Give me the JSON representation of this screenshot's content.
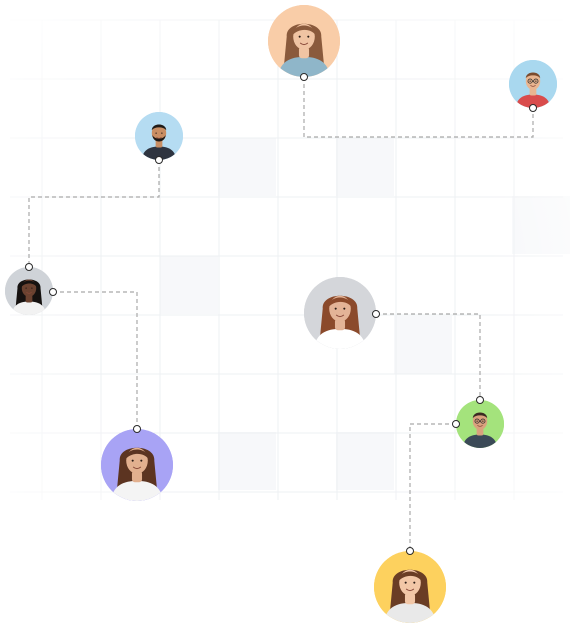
{
  "colors": {
    "grid_line": "#eef0f3",
    "grid_cell_tint": "#f7f8fa",
    "connector": "#a9a9a9",
    "handle_border": "#2b2b2b",
    "skin_light": "#f1c7a8",
    "skin_medium": "#d9a27e",
    "skin_dark": "#6b4230"
  },
  "nodes": [
    {
      "id": "woman-peach",
      "label": "avatar-woman-peach",
      "bg": "#f9cda8",
      "hair": "#8a5a3c",
      "skin": "#f0c4a3",
      "shirt": "#8fb6c9"
    },
    {
      "id": "man-glasses-denim",
      "label": "avatar-man-glasses-denim",
      "bg": "#a9d8ef",
      "hair": "#7a4b2e",
      "skin": "#e9b590",
      "shirt": "#d94c4c"
    },
    {
      "id": "man-beard-blue",
      "label": "avatar-man-beard-blue",
      "bg": "#b5dcf2",
      "hair": "#1f1a17",
      "skin": "#c98e64",
      "shirt": "#2e3440"
    },
    {
      "id": "woman-braids-gray",
      "label": "avatar-woman-braids-gray",
      "bg": "#cfd3d8",
      "hair": "#161210",
      "skin": "#6b4230",
      "shirt": "#f2f2f2"
    },
    {
      "id": "woman-curly-gray",
      "label": "avatar-woman-curly-gray",
      "bg": "#d4d6da",
      "hair": "#8b4a2b",
      "skin": "#e3b497",
      "shirt": "#ffffff"
    },
    {
      "id": "man-glasses-green",
      "label": "avatar-man-glasses-green",
      "bg": "#a4e37c",
      "hair": "#3a2a22",
      "skin": "#d9a27e",
      "shirt": "#3b4a57"
    },
    {
      "id": "woman-purple",
      "label": "avatar-woman-purple",
      "bg": "#a8a3f5",
      "hair": "#5c3421",
      "skin": "#e2b08f",
      "shirt": "#f4f4f4"
    },
    {
      "id": "woman-yellow",
      "label": "avatar-woman-yellow",
      "bg": "#fdd15e",
      "hair": "#6a3d25",
      "skin": "#f2c7a7",
      "shirt": "#e9e9e9"
    }
  ],
  "edges": [
    {
      "from": "woman-peach",
      "to": "man-glasses-denim"
    },
    {
      "from": "man-beard-blue",
      "to": "woman-braids-gray"
    },
    {
      "from": "woman-braids-gray",
      "to": "woman-purple"
    },
    {
      "from": "woman-curly-gray",
      "to": "man-glasses-green"
    },
    {
      "from": "man-glasses-green",
      "to": "woman-yellow"
    }
  ]
}
